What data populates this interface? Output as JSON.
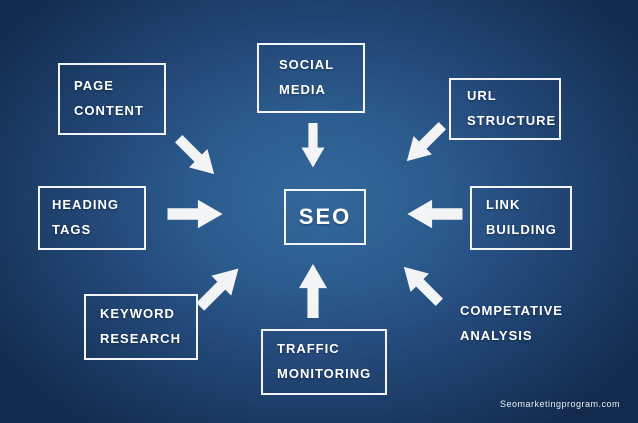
{
  "diagram": {
    "center": {
      "label": "SEO"
    },
    "nodes": [
      {
        "id": "page-content",
        "line1": "PAGE",
        "line2": "CONTENT"
      },
      {
        "id": "social-media",
        "line1": "SOCIAL",
        "line2": "MEDIA"
      },
      {
        "id": "url-structure",
        "line1": "URL",
        "line2": "STRUCTURE"
      },
      {
        "id": "heading-tags",
        "line1": "HEADING",
        "line2": "TAGS"
      },
      {
        "id": "link-building",
        "line1": "LINK",
        "line2": "BUILDING"
      },
      {
        "id": "keyword-research",
        "line1": "KEYWORD",
        "line2": "RESEARCH"
      },
      {
        "id": "traffic-monitoring",
        "line1": "TRAFFIC",
        "line2": "MONITORING"
      },
      {
        "id": "competative-analysis",
        "line1": "COMPETATIVE",
        "line2": "ANALYSIS"
      }
    ],
    "arrows": [
      "page-content-to-seo",
      "social-media-to-seo",
      "url-structure-to-seo",
      "heading-tags-to-seo",
      "link-building-to-seo",
      "keyword-research-to-seo",
      "traffic-monitoring-to-seo",
      "competative-analysis-to-seo"
    ]
  },
  "footer": {
    "credit": "Seomarketingprogram.com"
  },
  "colors": {
    "background_center": "#33689c",
    "background_edge": "#122a4b",
    "foreground": "#ffffff"
  }
}
